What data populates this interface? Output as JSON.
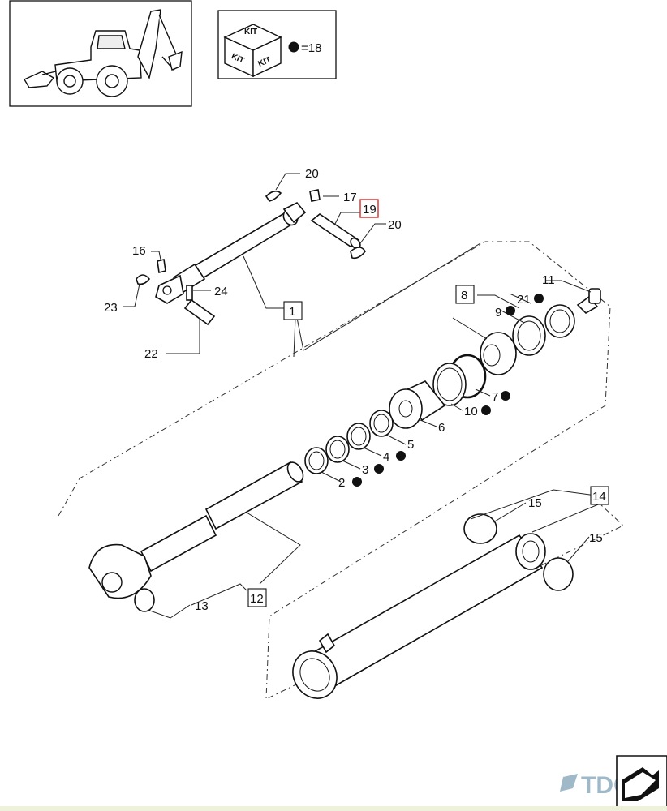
{
  "kit_legend": {
    "face_top": "KIT",
    "face_left": "KIT",
    "face_right": "KIT",
    "equals_text": "=18"
  },
  "callouts": {
    "c1": "1",
    "c2": "2",
    "c3": "3",
    "c4": "4",
    "c5": "5",
    "c6": "6",
    "c7": "7",
    "c8": "8",
    "c9": "9",
    "c10": "10",
    "c11": "11",
    "c12": "12",
    "c13": "13",
    "c14": "14",
    "c15a": "15",
    "c15b": "15",
    "c16": "16",
    "c17": "17",
    "c19": "19",
    "c20a": "20",
    "c20b": "20",
    "c21": "21",
    "c22": "22",
    "c23": "23",
    "c24": "24"
  },
  "watermark": {
    "logo_text": "TDC"
  },
  "colors": {
    "highlight_box": "#d11a1a",
    "logo": "#9fb9c9",
    "ink": "#111111"
  }
}
